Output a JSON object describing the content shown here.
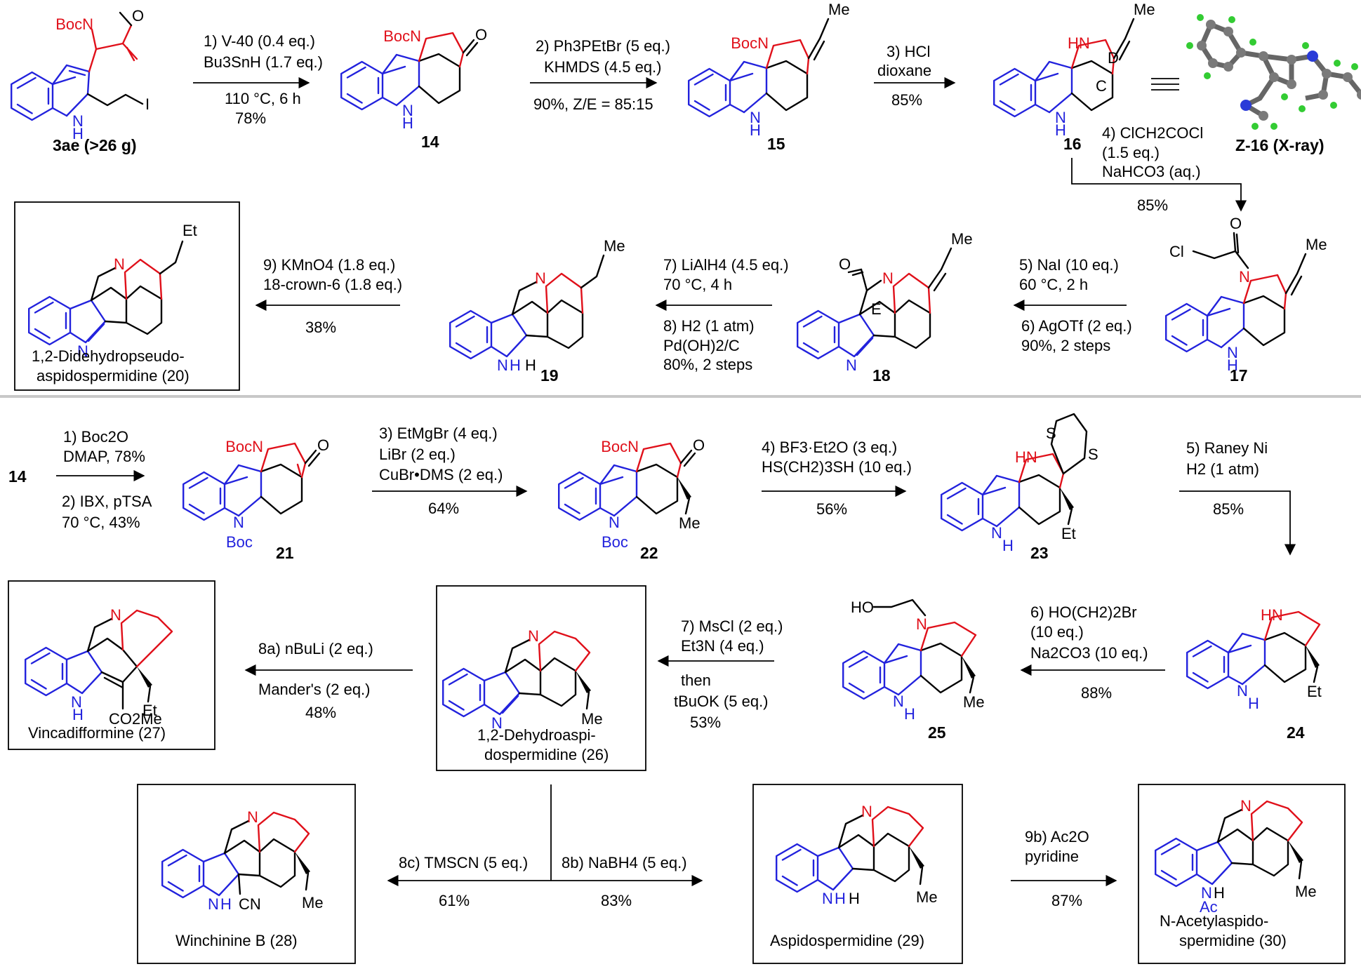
{
  "colors": {
    "indole": "#2222dd",
    "new_ring": "#e0101a",
    "ink": "#000000"
  },
  "compounds": {
    "c3ae": "3ae (>26 g)",
    "c14": "14",
    "c15": "15",
    "c16": "16",
    "cz16": "Z-16 (X-ray)",
    "c17": "17",
    "c18": "18",
    "c19": "19",
    "c20": [
      "1,2-Didehydropseudo-",
      "aspidospermidine (20)"
    ],
    "c14b": "14",
    "c21": "21",
    "c22": "22",
    "c23": "23",
    "c24": "24",
    "c25": "25",
    "c26": [
      "1,2-Dehydroaspi-",
      "dospermidine (26)"
    ],
    "c27": "Vincadifformine (27)",
    "c28": "Winchinine B (28)",
    "c29": "Aspidospermidine (29)",
    "c30": [
      "N-Acetylaspido-",
      "spermidine (30)"
    ]
  },
  "steps": {
    "s1": [
      "1) V-40 (0.4 eq.)",
      "Bu3SnH (1.7 eq.)",
      "110 °C, 6 h",
      "78%"
    ],
    "s2": [
      "2) Ph3PEtBr (5 eq.)",
      "KHMDS (4.5 eq.)",
      "90%, Z/E = 85:15"
    ],
    "s3": [
      "3) HCl",
      "dioxane",
      "85%"
    ],
    "s4": [
      "4) ClCH2COCl",
      "(1.5 eq.)",
      "NaHCO3 (aq.)",
      "85%"
    ],
    "s56": [
      "5) NaI (10 eq.)",
      "60 °C, 2 h",
      "6) AgOTf (2 eq.)",
      "90%, 2 steps"
    ],
    "s78": [
      "7) LiAlH4 (4.5 eq.)",
      "70 °C, 4 h",
      "8) H2 (1 atm)",
      "Pd(OH)2/C",
      "80%, 2 steps"
    ],
    "s9": [
      "9) KMnO4 (1.8 eq.)",
      "18-crown-6 (1.8 eq.)",
      "38%"
    ],
    "b12": [
      "1) Boc2O",
      "DMAP, 78%",
      "2) IBX, pTSA",
      "70 °C, 43%"
    ],
    "b3": [
      "3) EtMgBr (4 eq.)",
      "LiBr (2 eq.)",
      "CuBr•DMS (2 eq.)",
      "64%"
    ],
    "b4": [
      "4) BF3·Et2O (3 eq.)",
      "HS(CH2)3SH (10 eq.)",
      "56%"
    ],
    "b5": [
      "5) Raney Ni",
      "H2 (1 atm)",
      "85%"
    ],
    "b6": [
      "6) HO(CH2)2Br",
      "(10 eq.)",
      "Na2CO3 (10 eq.)",
      "88%"
    ],
    "b7": [
      "7) MsCl (2 eq.)",
      "Et3N (4 eq.)",
      "then",
      "tBuOK (5 eq.)",
      "53%"
    ],
    "b8a": [
      "8a) nBuLi (2 eq.)",
      "Mander's (2 eq.)",
      "48%"
    ],
    "b8c": [
      "8c) TMSCN (5 eq.)",
      "61%"
    ],
    "b8b": [
      "8b) NaBH4 (5 eq.)",
      "83%"
    ],
    "b9b": [
      "9b) Ac2O",
      "pyridine",
      "87%"
    ]
  },
  "atoms": {
    "Boc": "Boc",
    "N": "N",
    "H": "H",
    "O": "O",
    "I": "I",
    "Me": "Me",
    "Et": "Et",
    "Cl": "Cl",
    "S": "S",
    "HN": "HN",
    "HO": "HO",
    "CN": "CN",
    "CO2Me": "CO2Me",
    "Ac": "Ac",
    "ring_C": "C",
    "ring_D": "D",
    "ring_E": "E"
  }
}
